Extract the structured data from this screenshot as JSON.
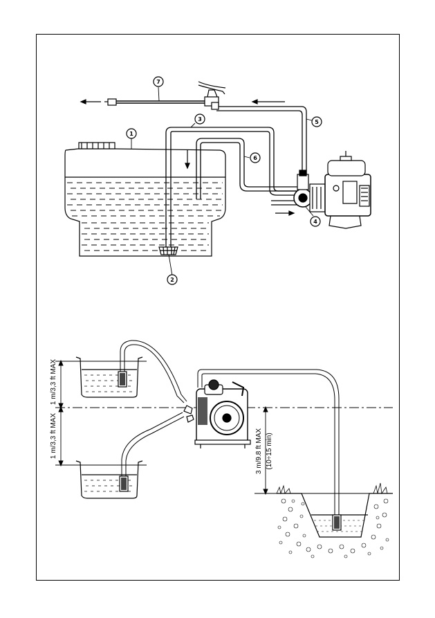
{
  "top_diagram": {
    "callouts": [
      {
        "id": "tank",
        "label": "1"
      },
      {
        "id": "filter",
        "label": "2"
      },
      {
        "id": "suction-hose",
        "label": "3"
      },
      {
        "id": "pump",
        "label": "4"
      },
      {
        "id": "delivery-hose",
        "label": "5"
      },
      {
        "id": "return-hose",
        "label": "6"
      },
      {
        "id": "spray-lance",
        "label": "7"
      }
    ]
  },
  "bottom_diagram": {
    "upper_limit": "1 m/3,3 ft MAX",
    "lower_limit": "1 m/3,3 ft MAX",
    "pit_depth": "3 m/9.8 ft MAX",
    "pit_time": "(10÷15 min)"
  },
  "colors": {
    "line": "#000000",
    "paper": "#ffffff"
  }
}
